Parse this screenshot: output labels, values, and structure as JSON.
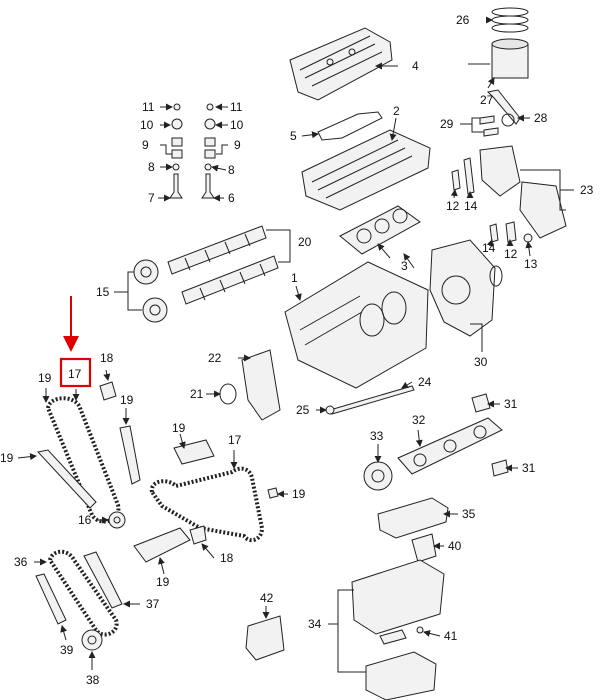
{
  "diagram": {
    "title": "",
    "highlighted_callout": "17",
    "highlight_color": "#e00000",
    "callouts": [
      {
        "id": "c1",
        "text": "1"
      },
      {
        "id": "c2",
        "text": "2"
      },
      {
        "id": "c3",
        "text": "3"
      },
      {
        "id": "c4",
        "text": "4"
      },
      {
        "id": "c5",
        "text": "5"
      },
      {
        "id": "c6",
        "text": "6"
      },
      {
        "id": "c7",
        "text": "7"
      },
      {
        "id": "c8a",
        "text": "8"
      },
      {
        "id": "c8b",
        "text": "8"
      },
      {
        "id": "c9a",
        "text": "9"
      },
      {
        "id": "c9b",
        "text": "9"
      },
      {
        "id": "c10a",
        "text": "10"
      },
      {
        "id": "c10b",
        "text": "10"
      },
      {
        "id": "c11a",
        "text": "11"
      },
      {
        "id": "c11b",
        "text": "11"
      },
      {
        "id": "c12a",
        "text": "12"
      },
      {
        "id": "c12b",
        "text": "12"
      },
      {
        "id": "c13",
        "text": "13"
      },
      {
        "id": "c14a",
        "text": "14"
      },
      {
        "id": "c14b",
        "text": "14"
      },
      {
        "id": "c15",
        "text": "15"
      },
      {
        "id": "c16",
        "text": "16"
      },
      {
        "id": "c17a",
        "text": "17"
      },
      {
        "id": "c17b",
        "text": "17"
      },
      {
        "id": "c18a",
        "text": "18"
      },
      {
        "id": "c18b",
        "text": "18"
      },
      {
        "id": "c19a",
        "text": "19"
      },
      {
        "id": "c19b",
        "text": "19"
      },
      {
        "id": "c19c",
        "text": "19"
      },
      {
        "id": "c19d",
        "text": "19"
      },
      {
        "id": "c19e",
        "text": "19"
      },
      {
        "id": "c19f",
        "text": "19"
      },
      {
        "id": "c20",
        "text": "20"
      },
      {
        "id": "c21",
        "text": "21"
      },
      {
        "id": "c22",
        "text": "22"
      },
      {
        "id": "c23",
        "text": "23"
      },
      {
        "id": "c24",
        "text": "24"
      },
      {
        "id": "c25",
        "text": "25"
      },
      {
        "id": "c26",
        "text": "26"
      },
      {
        "id": "c27",
        "text": "27"
      },
      {
        "id": "c28",
        "text": "28"
      },
      {
        "id": "c29",
        "text": "29"
      },
      {
        "id": "c30",
        "text": "30"
      },
      {
        "id": "c31a",
        "text": "31"
      },
      {
        "id": "c31b",
        "text": "31"
      },
      {
        "id": "c32",
        "text": "32"
      },
      {
        "id": "c33",
        "text": "33"
      },
      {
        "id": "c34",
        "text": "34"
      },
      {
        "id": "c35",
        "text": "35"
      },
      {
        "id": "c36",
        "text": "36"
      },
      {
        "id": "c37",
        "text": "37"
      },
      {
        "id": "c38",
        "text": "38"
      },
      {
        "id": "c39",
        "text": "39"
      },
      {
        "id": "c40",
        "text": "40"
      },
      {
        "id": "c41",
        "text": "41"
      },
      {
        "id": "c42",
        "text": "42"
      }
    ]
  }
}
